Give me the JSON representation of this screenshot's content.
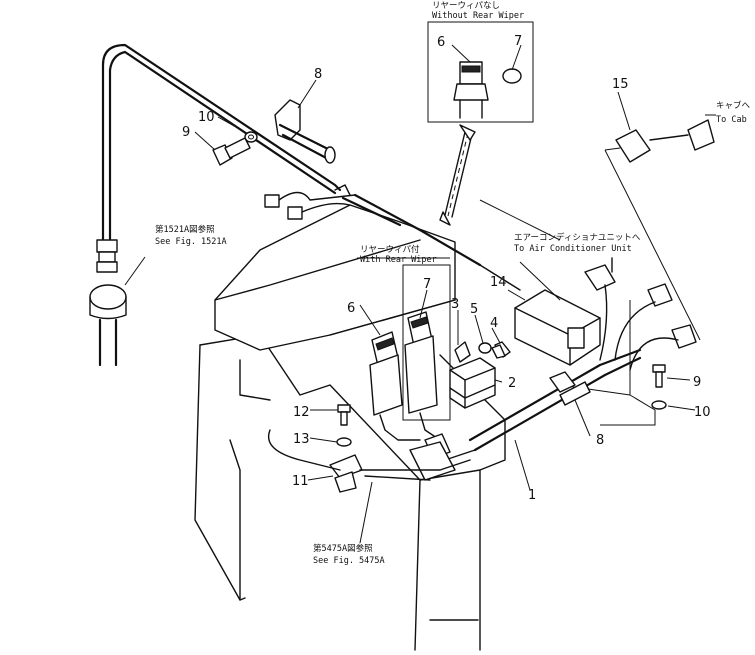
{
  "notes": {
    "without_rear_wiper_jp": "リヤーウィパなし",
    "without_rear_wiper_en": "Without Rear Wiper",
    "with_rear_wiper_jp": "リヤーウィパ付",
    "with_rear_wiper_en": "With Rear Wiper",
    "see_1521a_jp": "第1521A図参照",
    "see_1521a_en": "See Fig. 1521A",
    "aircon_jp": "エアーコンディショナユニットへ",
    "aircon_en": "To Air Conditioner Unit",
    "cab_jp": "キャブへ",
    "cab_en": "To Cab",
    "see_5475a_jp": "第5475A図参照",
    "see_5475a_en": "See Fig. 5475A"
  },
  "callouts": {
    "c1": "1",
    "c2": "2",
    "c3": "3",
    "c4": "4",
    "c5": "5",
    "c6_top": "6",
    "c6": "6",
    "c7_top": "7",
    "c7": "7",
    "c8_top": "8",
    "c8": "8",
    "c9_left": "9",
    "c9_right": "9",
    "c10_left": "10",
    "c10_right": "10",
    "c11": "11",
    "c12": "12",
    "c13": "13",
    "c14": "14",
    "c15": "15"
  }
}
